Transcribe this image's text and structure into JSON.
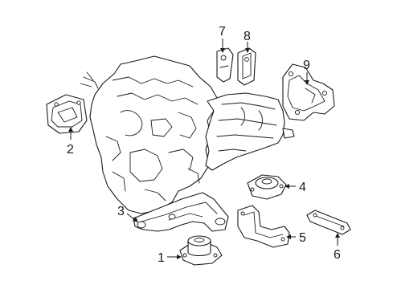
{
  "callouts": [
    {
      "id": "1",
      "label": "1"
    },
    {
      "id": "2",
      "label": "2"
    },
    {
      "id": "3",
      "label": "3"
    },
    {
      "id": "4",
      "label": "4"
    },
    {
      "id": "5",
      "label": "5"
    },
    {
      "id": "6",
      "label": "6"
    },
    {
      "id": "7",
      "label": "7"
    },
    {
      "id": "8",
      "label": "8"
    },
    {
      "id": "9",
      "label": "9"
    }
  ],
  "colors": {
    "line": "#1a1a1a",
    "background": "#ffffff"
  }
}
